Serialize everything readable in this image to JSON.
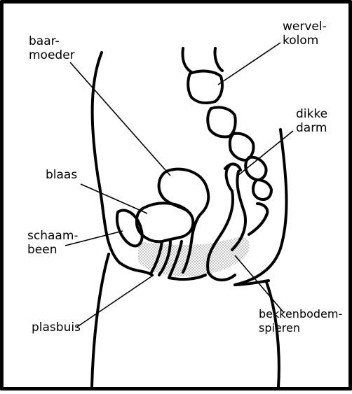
{
  "labels": {
    "baarmoeder": [
      "baar-",
      "moeder"
    ],
    "wervelkolom": [
      "wervel-",
      "kolom"
    ],
    "dikke_darm": [
      "dikke",
      "darm"
    ],
    "blaas": [
      "blaas"
    ],
    "schaambeen": [
      "schaam-",
      "been"
    ],
    "plasbuis": [
      "plasbuis"
    ],
    "bekkenbodemspieren": [
      "bekkenbodem-",
      "spieren"
    ]
  },
  "colors": {
    "ink": "#000000",
    "background": "#ffffff",
    "stipple": "#9a9a9a"
  }
}
